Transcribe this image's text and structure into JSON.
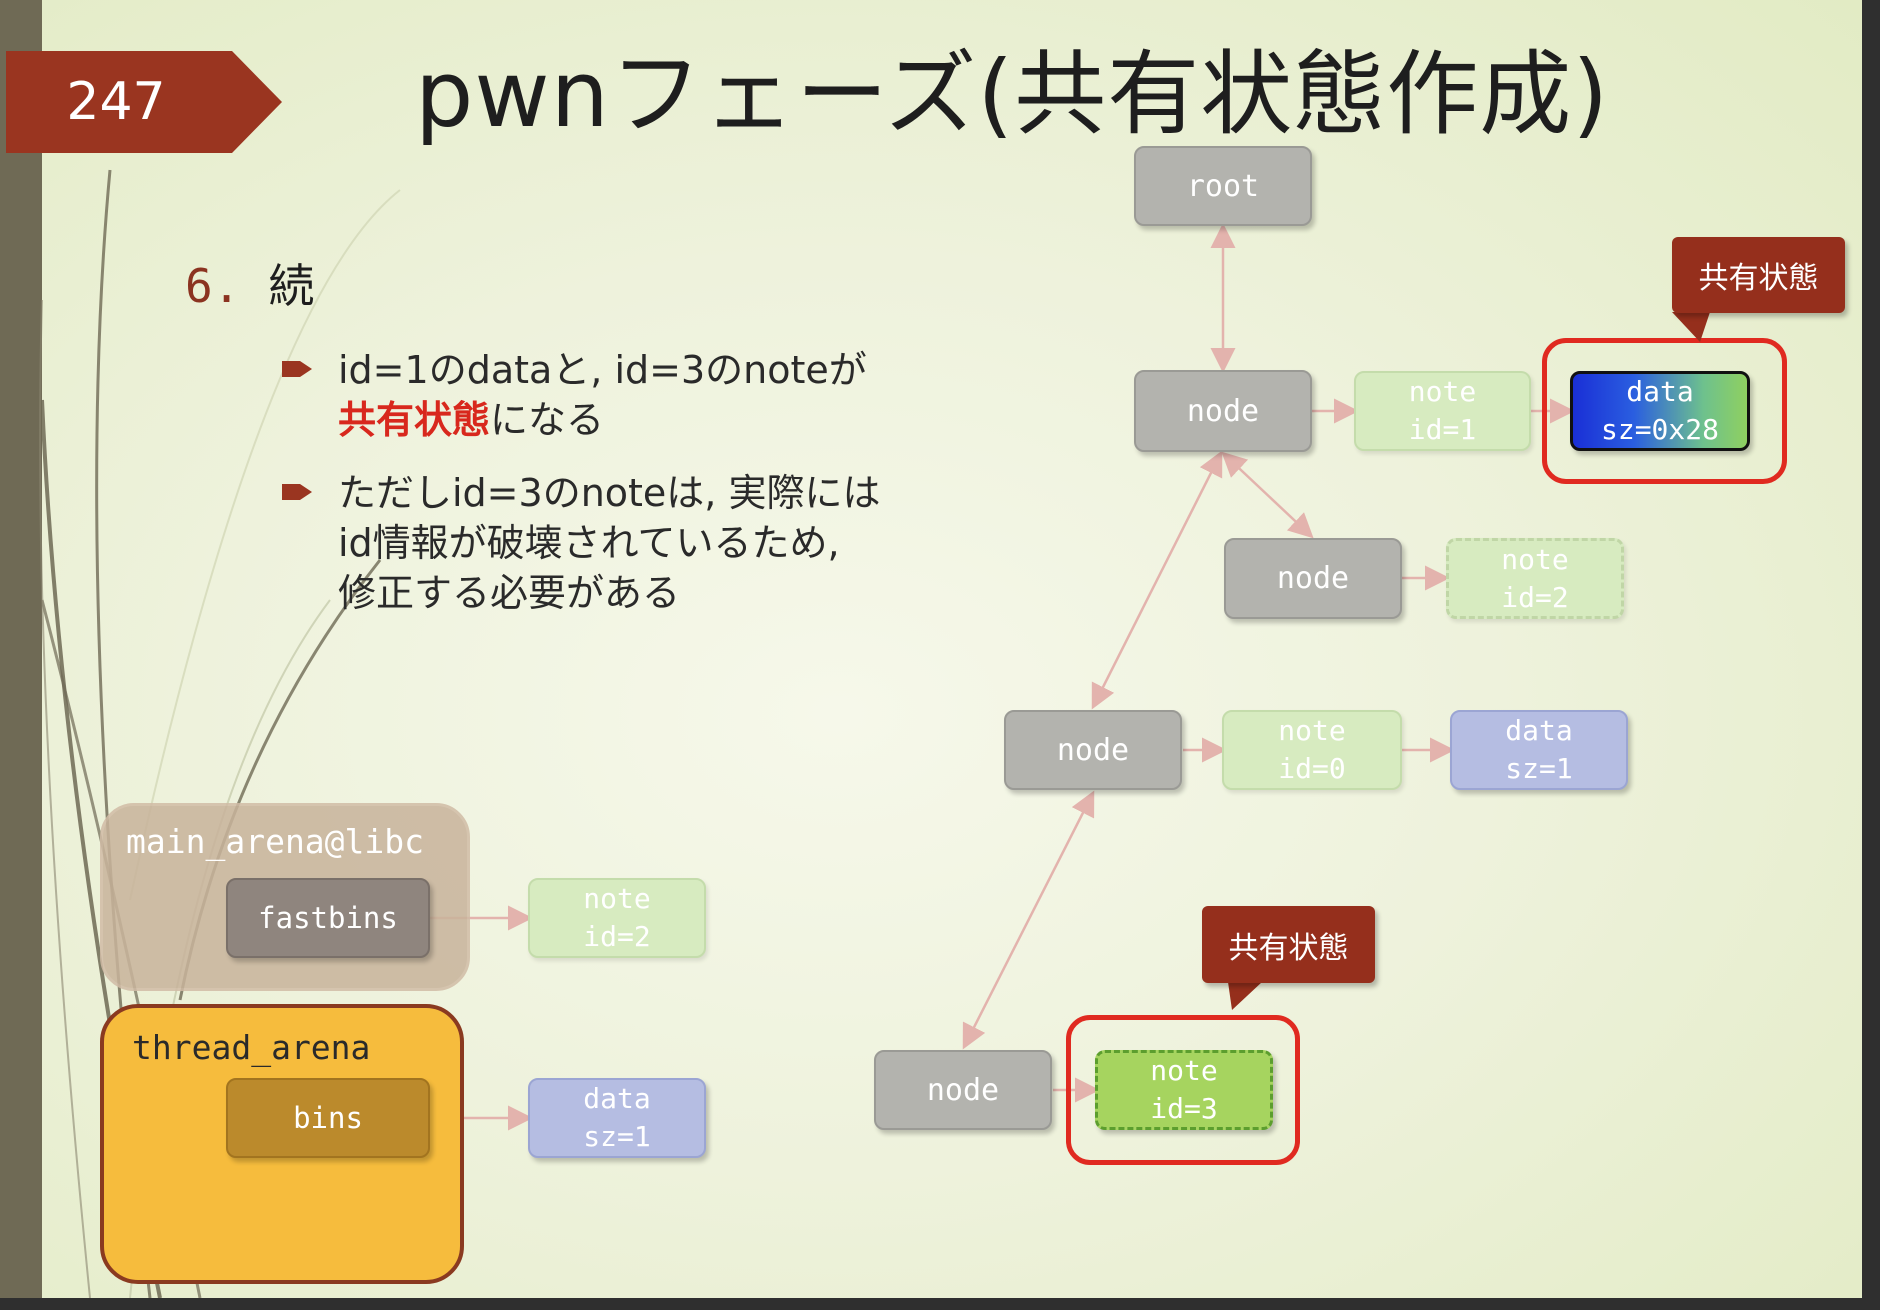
{
  "slide": {
    "page_number": "247",
    "title": "pwnフェーズ(共有状態作成)",
    "step_number": "6.",
    "step_label": "続",
    "bullet1": {
      "line1": "id=1のdataと, id=3のnoteが",
      "line2_highlight": "共有状態",
      "line2_rest": "になる"
    },
    "bullet2": {
      "line1": "ただしid=3のnoteは, 実際には",
      "line2": "id情報が破壊されているため,",
      "line3": "修正する必要がある"
    }
  },
  "diagram": {
    "root": "root",
    "node_a": "node",
    "note_id1": "note\nid=1",
    "data_0x28": "data\nsz=0x28",
    "node_b": "node",
    "note_id2_dashed": "note\nid=2",
    "node_c": "node",
    "note_id0": "note\nid=0",
    "data_sz1_right": "data\nsz=1",
    "node_d": "node",
    "note_id3": "note\nid=3",
    "main_arena": "main_arena@libc",
    "fastbins": "fastbins",
    "note_id2_left": "note\nid=2",
    "thread_arena": "thread_arena",
    "bins": "bins",
    "data_sz1_left": "data\nsz=1",
    "callout_top": "共有状態",
    "callout_bottom": "共有状態"
  },
  "colors": {
    "accent_red": "#d8281d",
    "banner": "#9a3520",
    "sidebar": "#6f6a55",
    "thread_arena": "#f6bc3d"
  }
}
